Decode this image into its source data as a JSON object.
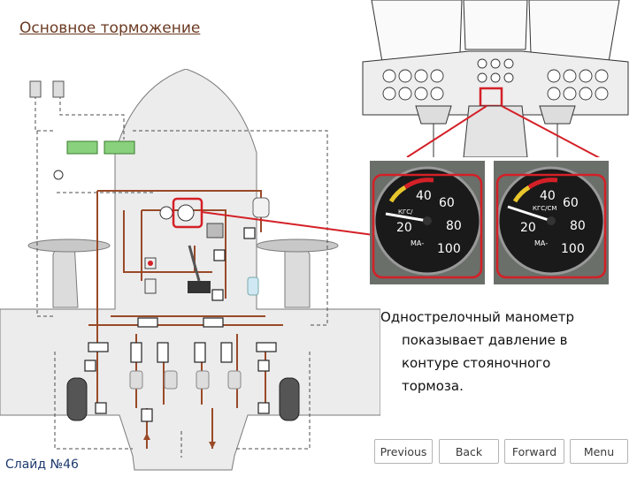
{
  "slide": {
    "title": "Основное торможение",
    "number_label": "Слайд №46"
  },
  "caption": {
    "line1": "Однострелочный манометр",
    "line2": "показывает давление в",
    "line3": "контуре стояночного",
    "line4": "тормоза."
  },
  "gauges": {
    "left": {
      "ticks": [
        "20",
        "40",
        "60",
        "80",
        "100"
      ],
      "unit": "КГС/",
      "label": "МА-",
      "pointer_value": 35
    },
    "right": {
      "ticks": [
        "20",
        "40",
        "60",
        "80",
        "100"
      ],
      "unit": "КГС/СМ",
      "label": "МА-",
      "pointer_value": 35
    }
  },
  "nav": {
    "previous": "Previous",
    "back": "Back",
    "forward": "Forward",
    "menu": "Menu"
  },
  "colors": {
    "accent_red": "#d42027",
    "hydraulic_lines": "#9a4a28",
    "dashed_lines": "#4d4d4d",
    "aircraft_fill": "#ececec",
    "title_text": "#6b3a22"
  }
}
